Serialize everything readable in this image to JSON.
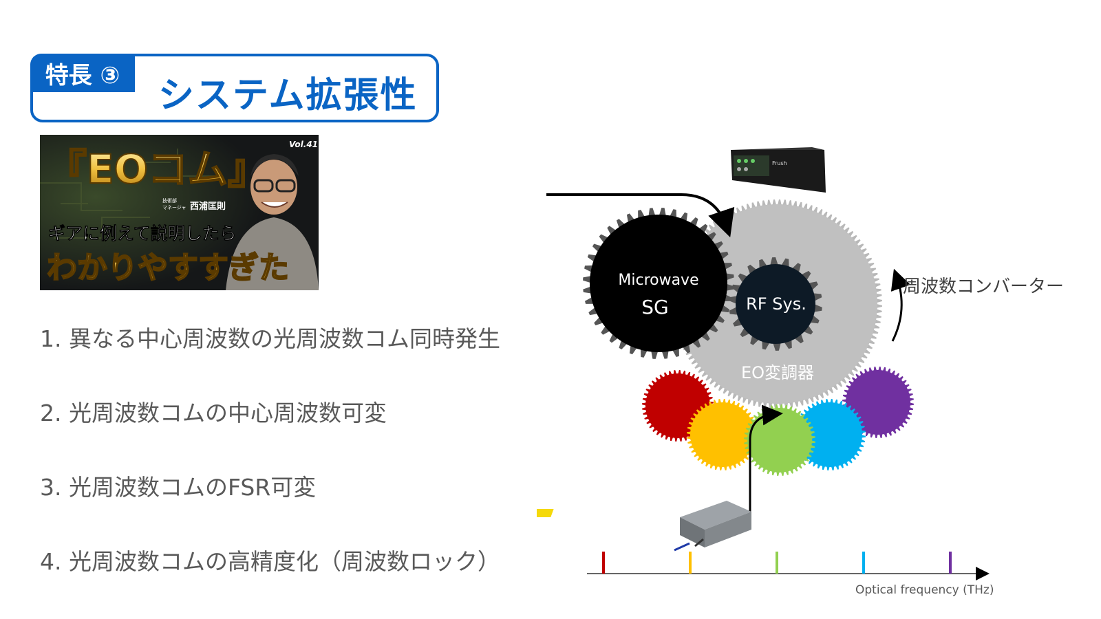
{
  "title": {
    "tag": "特長 ③",
    "main": "システム拡張性"
  },
  "thumbnail": {
    "headline": "『EOコム』",
    "vol": "Vol.41",
    "role_dept": "技術部",
    "role_title": "マネージャ",
    "person": "西浦匡則",
    "line1": "ギアに例えて説明したら",
    "line2": "わかりやすすぎた"
  },
  "features": [
    "1. 異なる中心周波数の光周波数コム同時発生",
    "2. 光周波数コムの中心周波数可変",
    "3. 光周波数コムのFSR可変",
    "4. 光周波数コムの高精度化（周波数ロック）"
  ],
  "diagram": {
    "microwave_line1": "Microwave",
    "microwave_line2": "SG",
    "rf_sys": "RF Sys.",
    "eo_modulator": "EO変調器",
    "converter": "周波数コンバーター",
    "device_brand": "Frush",
    "axis_label": "Optical frequency (THz)",
    "comb_colors": [
      "#c00000",
      "#ffc000",
      "#92d050",
      "#00b0f0",
      "#7030a0"
    ],
    "gear_colors": {
      "eo": "#c0c0c0",
      "microwave": "#000000",
      "rf": "#0d1a26"
    }
  }
}
